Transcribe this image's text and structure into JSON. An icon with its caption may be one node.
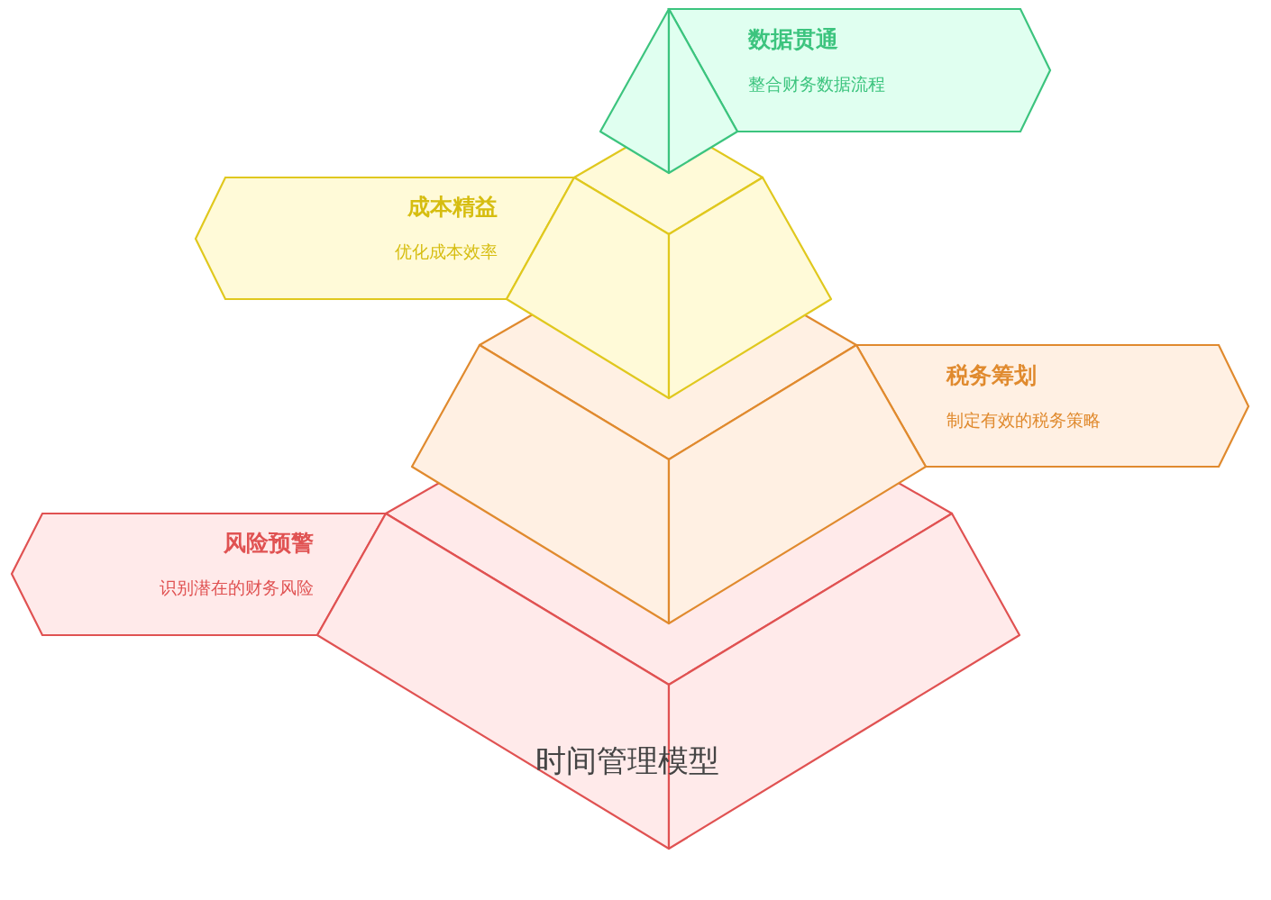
{
  "diagram": {
    "title": "时间管理模型",
    "nodes": [
      {
        "text": [
          "数据贯通",
          "整合财务数据流程"
        ]
      },
      {
        "text": [
          "成本精益",
          "优化成本效率"
        ]
      },
      {
        "text": [
          "税务筹划",
          "制定有效的税务策略"
        ]
      },
      {
        "text": [
          "风险预警",
          "识别潜在的财务风险"
        ]
      }
    ],
    "edges": []
  }
}
